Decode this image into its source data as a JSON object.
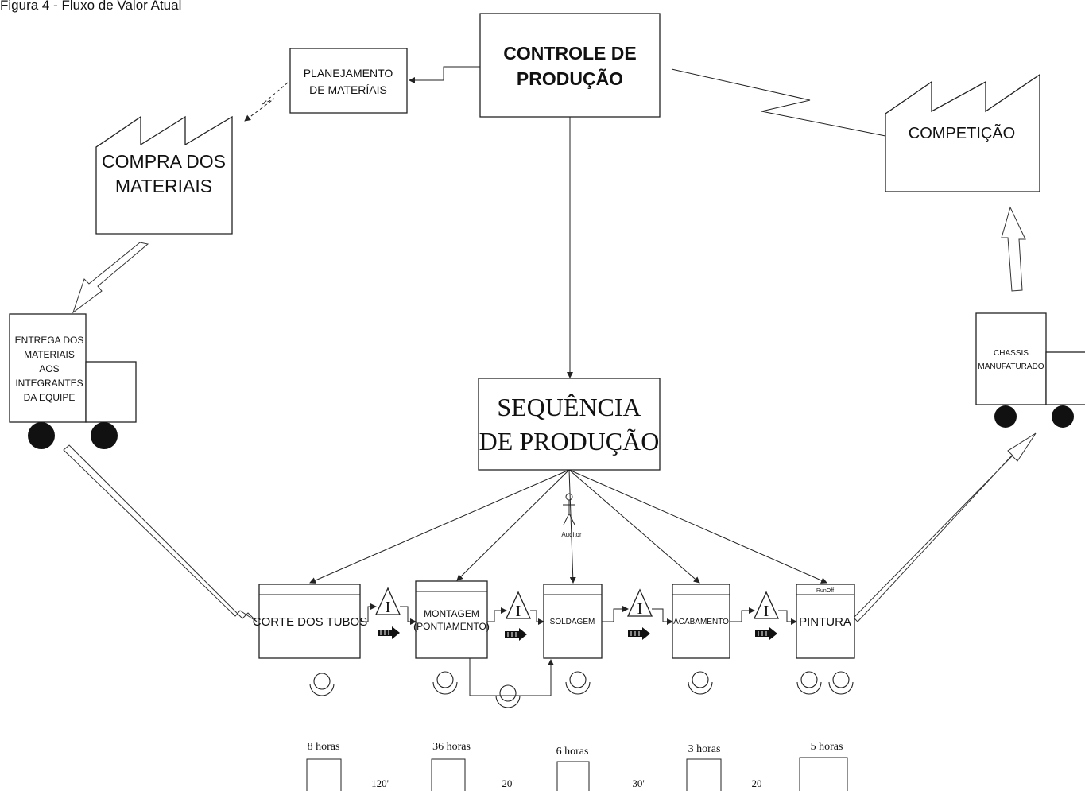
{
  "caption": "Figura 4 - Fluxo de Valor Atual",
  "control": {
    "line1": "CONTROLE DE",
    "line2": "PRODUÇÃO"
  },
  "planning": {
    "line1": "PLANEJAMENTO",
    "line2": "DE MATERÍAIS"
  },
  "supplier": {
    "line1": "COMPRA DOS",
    "line2": "MATERIAIS"
  },
  "customer": {
    "label": "COMPETIÇÃO"
  },
  "delivery_truck": {
    "lines": [
      "ENTREGA DOS",
      "MATERIAIS",
      "AOS",
      "INTEGRANTES",
      "DA EQUIPE"
    ]
  },
  "shipping_truck": {
    "lines": [
      "CHASSIS",
      "MANUFATURADO"
    ]
  },
  "schedule": {
    "line1": "SEQUÊNCIA",
    "line2": "DE PRODUÇÃO"
  },
  "operator": {
    "label": "Auditor"
  },
  "inventory_symbol": "I",
  "processes": [
    {
      "label": "CORTE DOS TUBOS",
      "sub": "",
      "time": "8 horas"
    },
    {
      "label": "MONTAGEM",
      "sub": "(PONTIAMENTO)",
      "time": "36 horas"
    },
    {
      "label": "SOLDAGEM",
      "sub": "",
      "time": "6 horas"
    },
    {
      "label": "ACABAMENTO",
      "sub": "",
      "time": "3 horas"
    },
    {
      "label": "PINTURA",
      "sub": "",
      "time": "5 horas",
      "header": "RunOff"
    }
  ],
  "waits": [
    "120'",
    "20'",
    "30'",
    "20"
  ]
}
